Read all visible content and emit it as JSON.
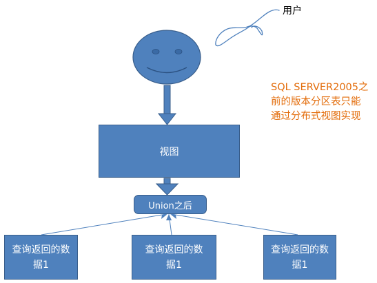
{
  "user_label": "用户",
  "view_label": "视图",
  "union_label": "Union之后",
  "data_boxes": [
    {
      "line1": "查询返回的数",
      "line2": "据1"
    },
    {
      "line1": "查询返回的数",
      "line2": "据1"
    },
    {
      "line1": "查询返回的数",
      "line2": "据1"
    }
  ],
  "note_lines": [
    "SQL SERVER2005之",
    "前的版本分区表只能",
    "通过分布式视图实现"
  ],
  "colors": {
    "box_fill": "#4f81bd",
    "box_border": "#385d8a",
    "note_text": "#e36c0a",
    "pen_stroke": "#4f81bd"
  }
}
